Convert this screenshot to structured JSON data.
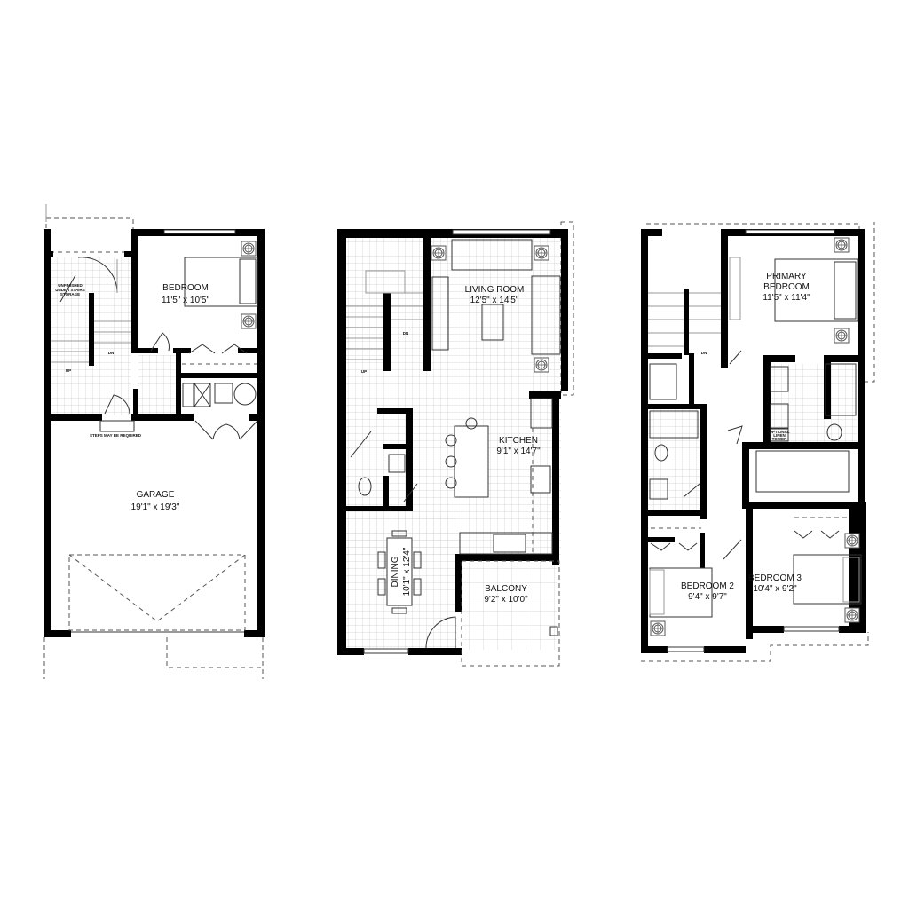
{
  "plans": [
    {
      "name": "lower-level",
      "rooms": [
        {
          "id": "bedroom",
          "label": "BEDROOM",
          "size": "11'5\" x 10'5\""
        },
        {
          "id": "garage",
          "label": "GARAGE",
          "size": "19'1\" x 19'3\""
        }
      ],
      "notes": {
        "storage_1": "UNFINISHED",
        "storage_2": "UNDER STAIRS",
        "storage_3": "STORAGE",
        "steps": "STEPS MAY BE REQUIRED",
        "stair_up": "UP",
        "stair_dn": "DN"
      }
    },
    {
      "name": "main-level",
      "rooms": [
        {
          "id": "living",
          "label": "LIVING ROOM",
          "size": "12'5\" x 14'5\""
        },
        {
          "id": "kitchen",
          "label": "KITCHEN",
          "size": "9'1\" x 14'7\""
        },
        {
          "id": "dining",
          "label": "DINING",
          "size": "10'1\" x 12'4\""
        },
        {
          "id": "balcony",
          "label": "BALCONY",
          "size": "9'2\" x 10'0\""
        }
      ],
      "notes": {
        "stair_up": "UP",
        "stair_dn": "DN"
      }
    },
    {
      "name": "upper-level",
      "rooms": [
        {
          "id": "primary",
          "label": "PRIMARY",
          "label2": "BEDROOM",
          "size": "11'5\" x 11'4\""
        },
        {
          "id": "bedroom2",
          "label": "BEDROOM 2",
          "size": "9'4\" x 9'7\""
        },
        {
          "id": "bedroom3",
          "label": "BEDROOM 3",
          "size": "10'4\" x 9'2\""
        }
      ],
      "notes": {
        "stair_dn": "DN",
        "linen_1": "OPTIONAL",
        "linen_2": "LINEN",
        "linen_3": "TOWER"
      }
    }
  ]
}
